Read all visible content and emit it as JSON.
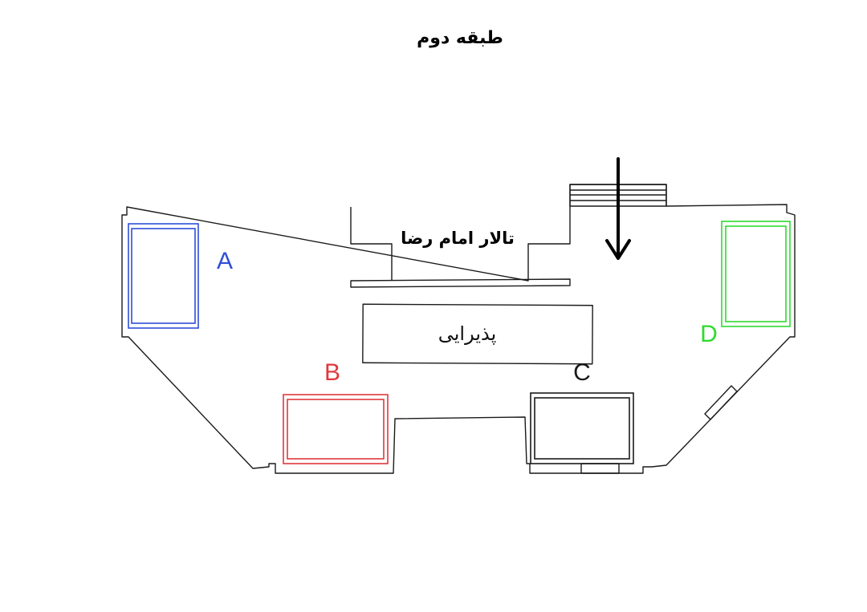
{
  "floor_title": "طبقه دوم",
  "hall_label": "تالار امام رضا",
  "reception_label": "پذیرایی",
  "colors": {
    "wall": "#1a1a1a",
    "A": "#2f4fd8",
    "B": "#e0393c",
    "C": "#1a1a1a",
    "D": "#2edb2e"
  },
  "zones": [
    {
      "id": "A",
      "label": "A"
    },
    {
      "id": "B",
      "label": "B"
    },
    {
      "id": "C",
      "label": "C"
    },
    {
      "id": "D",
      "label": "D"
    }
  ],
  "icons": {
    "entrance": "down-arrow-icon",
    "stairs": "stairs-icon"
  }
}
